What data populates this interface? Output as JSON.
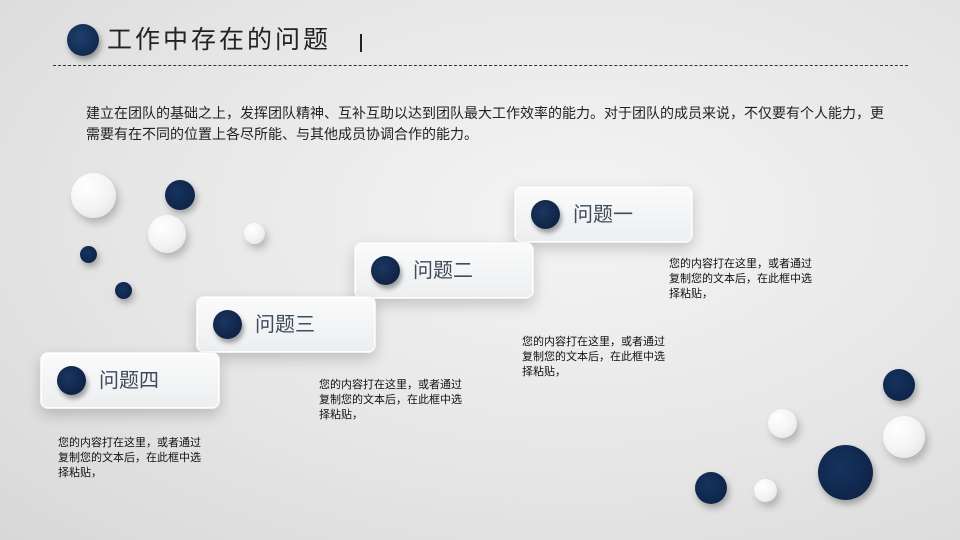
{
  "header": {
    "title": "工作中存在的问题"
  },
  "intro": {
    "text": "建立在团队的基础之上，发挥团队精神、互补互助以达到团队最大工作效率的能力。对于团队的成员来说，不仅要有个人能力，更需要有在不同的位置上各尽所能、与其他成员协调合作的能力。"
  },
  "steps": [
    {
      "label": "问题一",
      "desc": "您的内容打在这里，或者通过复制您的文本后，在此框中选择粘贴，"
    },
    {
      "label": "问题二",
      "desc": "您的内容打在这里，或者通过复制您的文本后，在此框中选择粘贴，"
    },
    {
      "label": "问题三",
      "desc": "您的内容打在这里，或者通过复制您的文本后，在此框中选择粘贴，"
    },
    {
      "label": "问题四",
      "desc": "您的内容打在这里，或者通过复制您的文本后，在此框中选择粘贴，"
    }
  ],
  "colors": {
    "accent_navy": "#122a4f",
    "background": "#e6e6e6",
    "label_text": "#3f4b5a"
  }
}
